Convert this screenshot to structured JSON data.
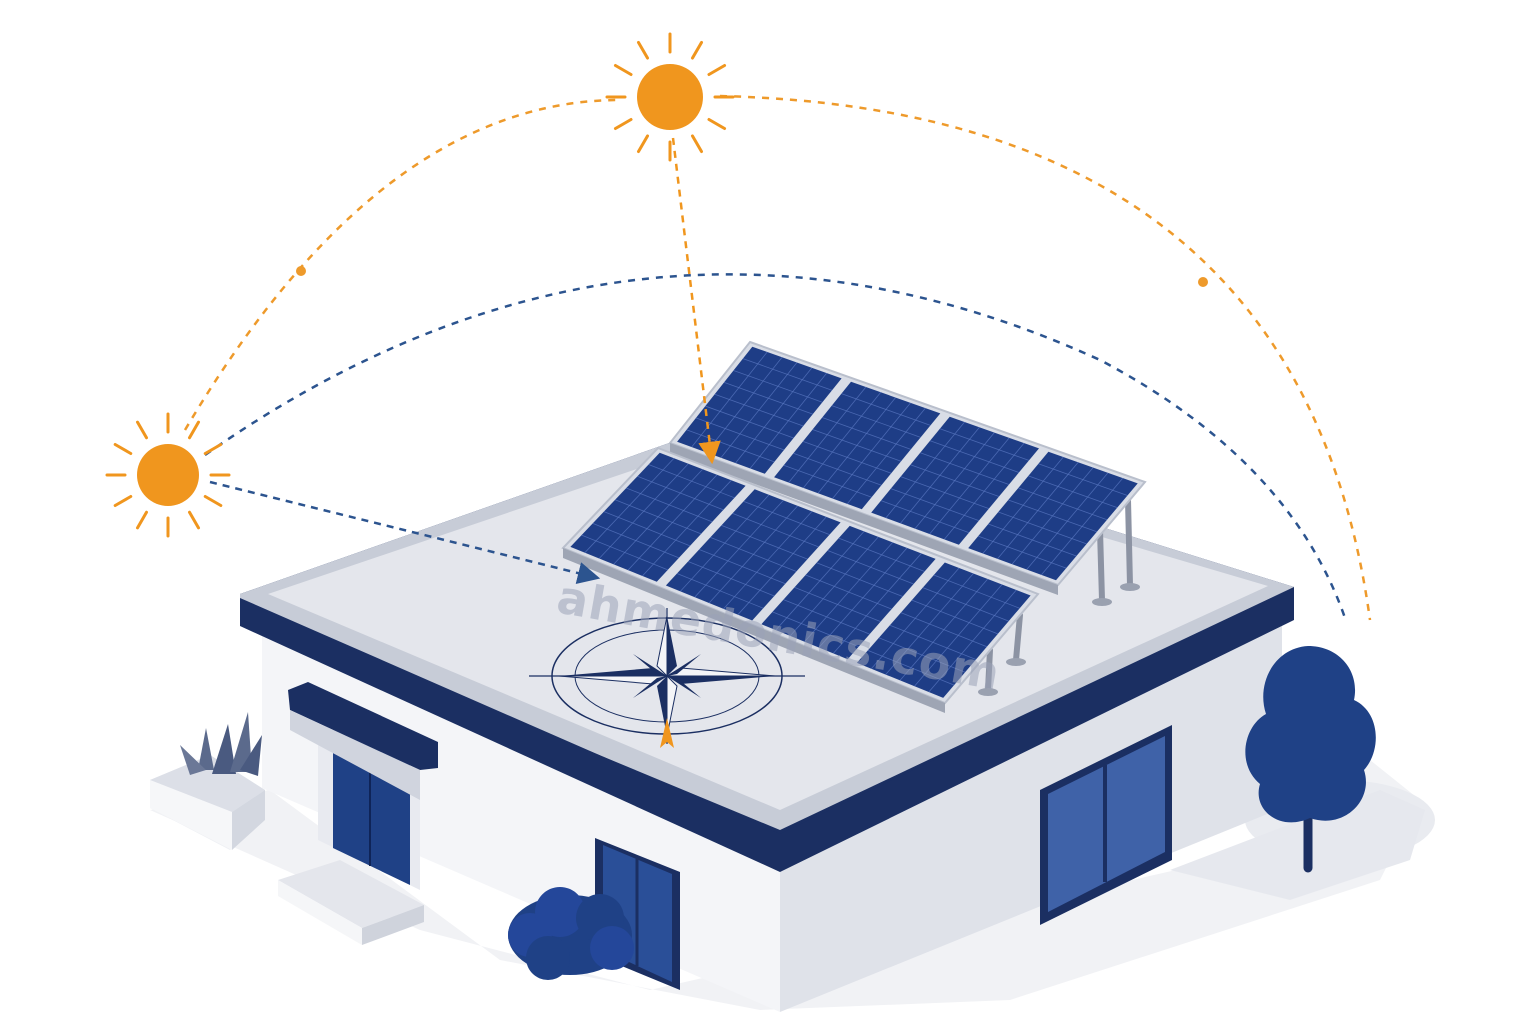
{
  "watermark": {
    "text": "ahmedonics.com"
  },
  "colors": {
    "background": "#ffffff",
    "navy": "#1b2f62",
    "panel_blue": "#1e3d86",
    "panel_grid": "#5d7bc4",
    "panel_frame": "#d9dde6",
    "sun_orange": "#f0961e",
    "summer_path": "#ee9a2b",
    "winter_path": "#2c548f",
    "roof": "#e4e6ec",
    "wall_light": "#f4f5f8",
    "wall_shade": "#dfe2e9",
    "shadow": "#eceef2",
    "foliage": "#1f4186",
    "watermark": "#9aa3b8"
  },
  "icons": {
    "sun_high": "sun-icon",
    "sun_low": "sun-icon",
    "compass": "compass-rose-icon",
    "tree": "tree-icon",
    "shrub": "shrub-icon",
    "planter": "plant-icon"
  },
  "panels": {
    "back_row_modules": 4,
    "front_row_modules": 4
  }
}
